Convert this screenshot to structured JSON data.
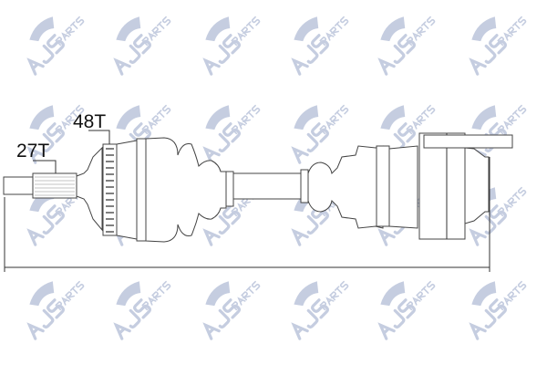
{
  "watermark": {
    "brand": "AJS",
    "suffix": "PARTS",
    "color": "#c5cde0"
  },
  "labels": {
    "outer_teeth": "48T",
    "inner_teeth": "27T"
  }
}
